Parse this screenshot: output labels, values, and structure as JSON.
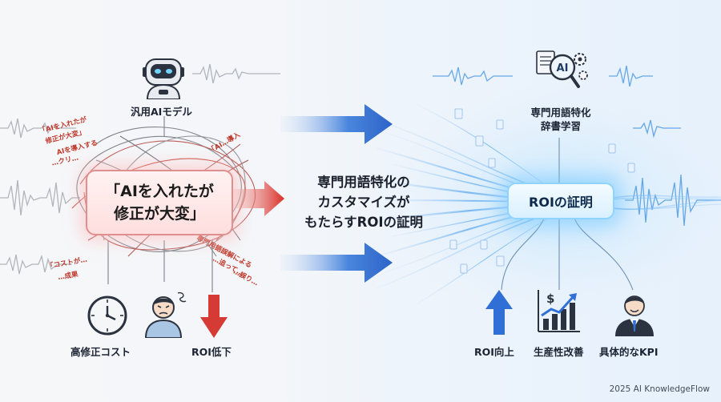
{
  "left": {
    "top_label": "汎用AIモデル",
    "quote_line1": "「AIを入れたが",
    "quote_line2": "修正が大変」",
    "scribbles": [
      "「AIを入れたが",
      "修正が大変」",
      "AIを導入する",
      "…クリ…",
      "「AI…導入",
      "「コストが…",
      "…成果",
      "専門用語誤解による",
      "…追って…",
      "…誤り…"
    ],
    "bottom_labels": [
      "高修正コスト",
      "ROI低下"
    ]
  },
  "center": {
    "lines": [
      "専門用語特化の",
      "カスタマイズが",
      "もたらすROIの証明"
    ]
  },
  "right": {
    "top_label_line1": "専門用語特化",
    "top_label_line2": "辞書学習",
    "ai_badge": "AI",
    "center_label": "ROIの証明",
    "chart_dollar": "$",
    "bottom_labels": [
      "ROI向上",
      "生産性改善",
      "具体的なKPI"
    ]
  },
  "footer": "2025 AI KnowledgeFlow",
  "colors": {
    "problem_red": "#d63a34",
    "solution_blue": "#2f6fd6",
    "glow_blue": "#8fd3ff"
  },
  "icons": [
    "robot-icon",
    "clock-icon",
    "frustrated-person-icon",
    "down-arrow-icon",
    "gear-ai-icon",
    "up-arrow-icon",
    "growth-chart-icon",
    "businessman-icon"
  ]
}
